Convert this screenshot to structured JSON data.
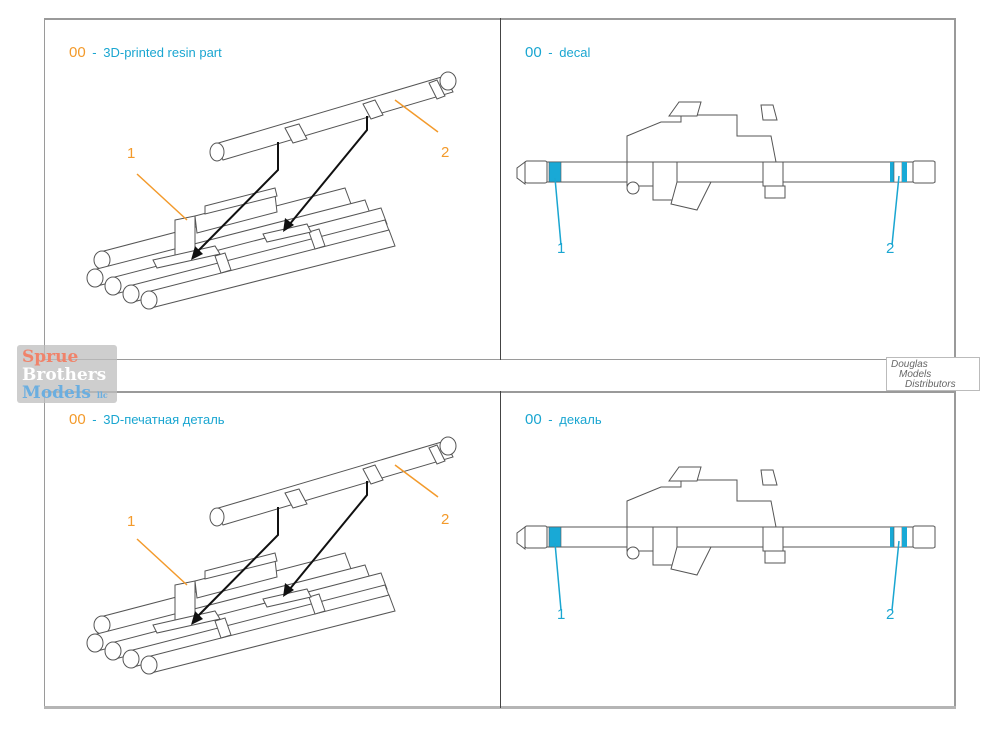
{
  "panels": [
    {
      "id": "resin-en",
      "code": "00",
      "code_color": "#f39a2b",
      "title": "3D-printed resin part",
      "separator": "-",
      "callouts": [
        "1",
        "2"
      ],
      "callout_color": "#f39a2b"
    },
    {
      "id": "decal-en",
      "code": "00",
      "code_color": "#1aa6d1",
      "title": "decal",
      "separator": "-",
      "callouts": [
        "1",
        "2"
      ],
      "callout_color": "#1aa6d1"
    },
    {
      "id": "resin-ru",
      "code": "00",
      "code_color": "#f39a2b",
      "title": "3D-печатная деталь",
      "separator": "-",
      "callouts": [
        "1",
        "2"
      ],
      "callout_color": "#f39a2b"
    },
    {
      "id": "decal-ru",
      "code": "00",
      "code_color": "#1aa6d1",
      "title": "декаль",
      "separator": "-",
      "callouts": [
        "1",
        "2"
      ],
      "callout_color": "#1aa6d1"
    }
  ],
  "watermarks": {
    "left": {
      "line1": "Sprue",
      "line2": "Brothers",
      "line3": "Models",
      "suffix": "llc"
    },
    "right": {
      "line1": "Douglas",
      "line2": "Models",
      "line3": "Distributors"
    }
  },
  "colors": {
    "accent_orange": "#f39a2b",
    "accent_blue": "#1aa6d1",
    "decal_band": "#19a9d6"
  }
}
